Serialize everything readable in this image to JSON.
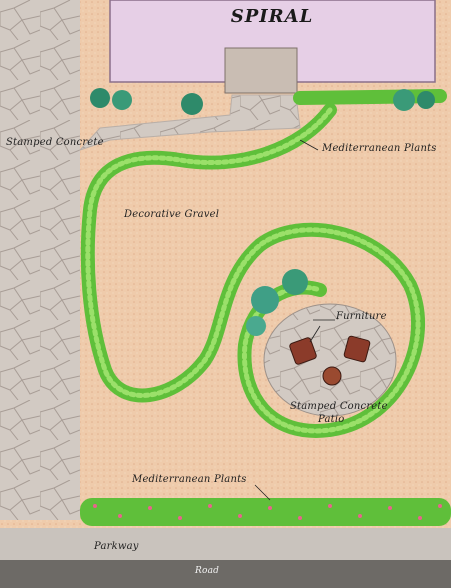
{
  "title": "SPIRAL",
  "labels": {
    "stamped_concrete": "Stamped Concrete",
    "mediterranean_top": "Mediterranean Plants",
    "decorative_gravel": "Decorative Gravel",
    "furniture": "Furniture",
    "patio_line1": "Stamped Concrete",
    "patio_line2": "Patio",
    "mediterranean_bottom": "Mediterranean Plants",
    "parkway": "Parkway",
    "road": "Road"
  },
  "colors": {
    "house": "#e6cfe6",
    "gravel": "#ecc9a8",
    "stone": "#cfc6bf",
    "plants": "#5fbf3a",
    "road": "#6d6a66"
  }
}
